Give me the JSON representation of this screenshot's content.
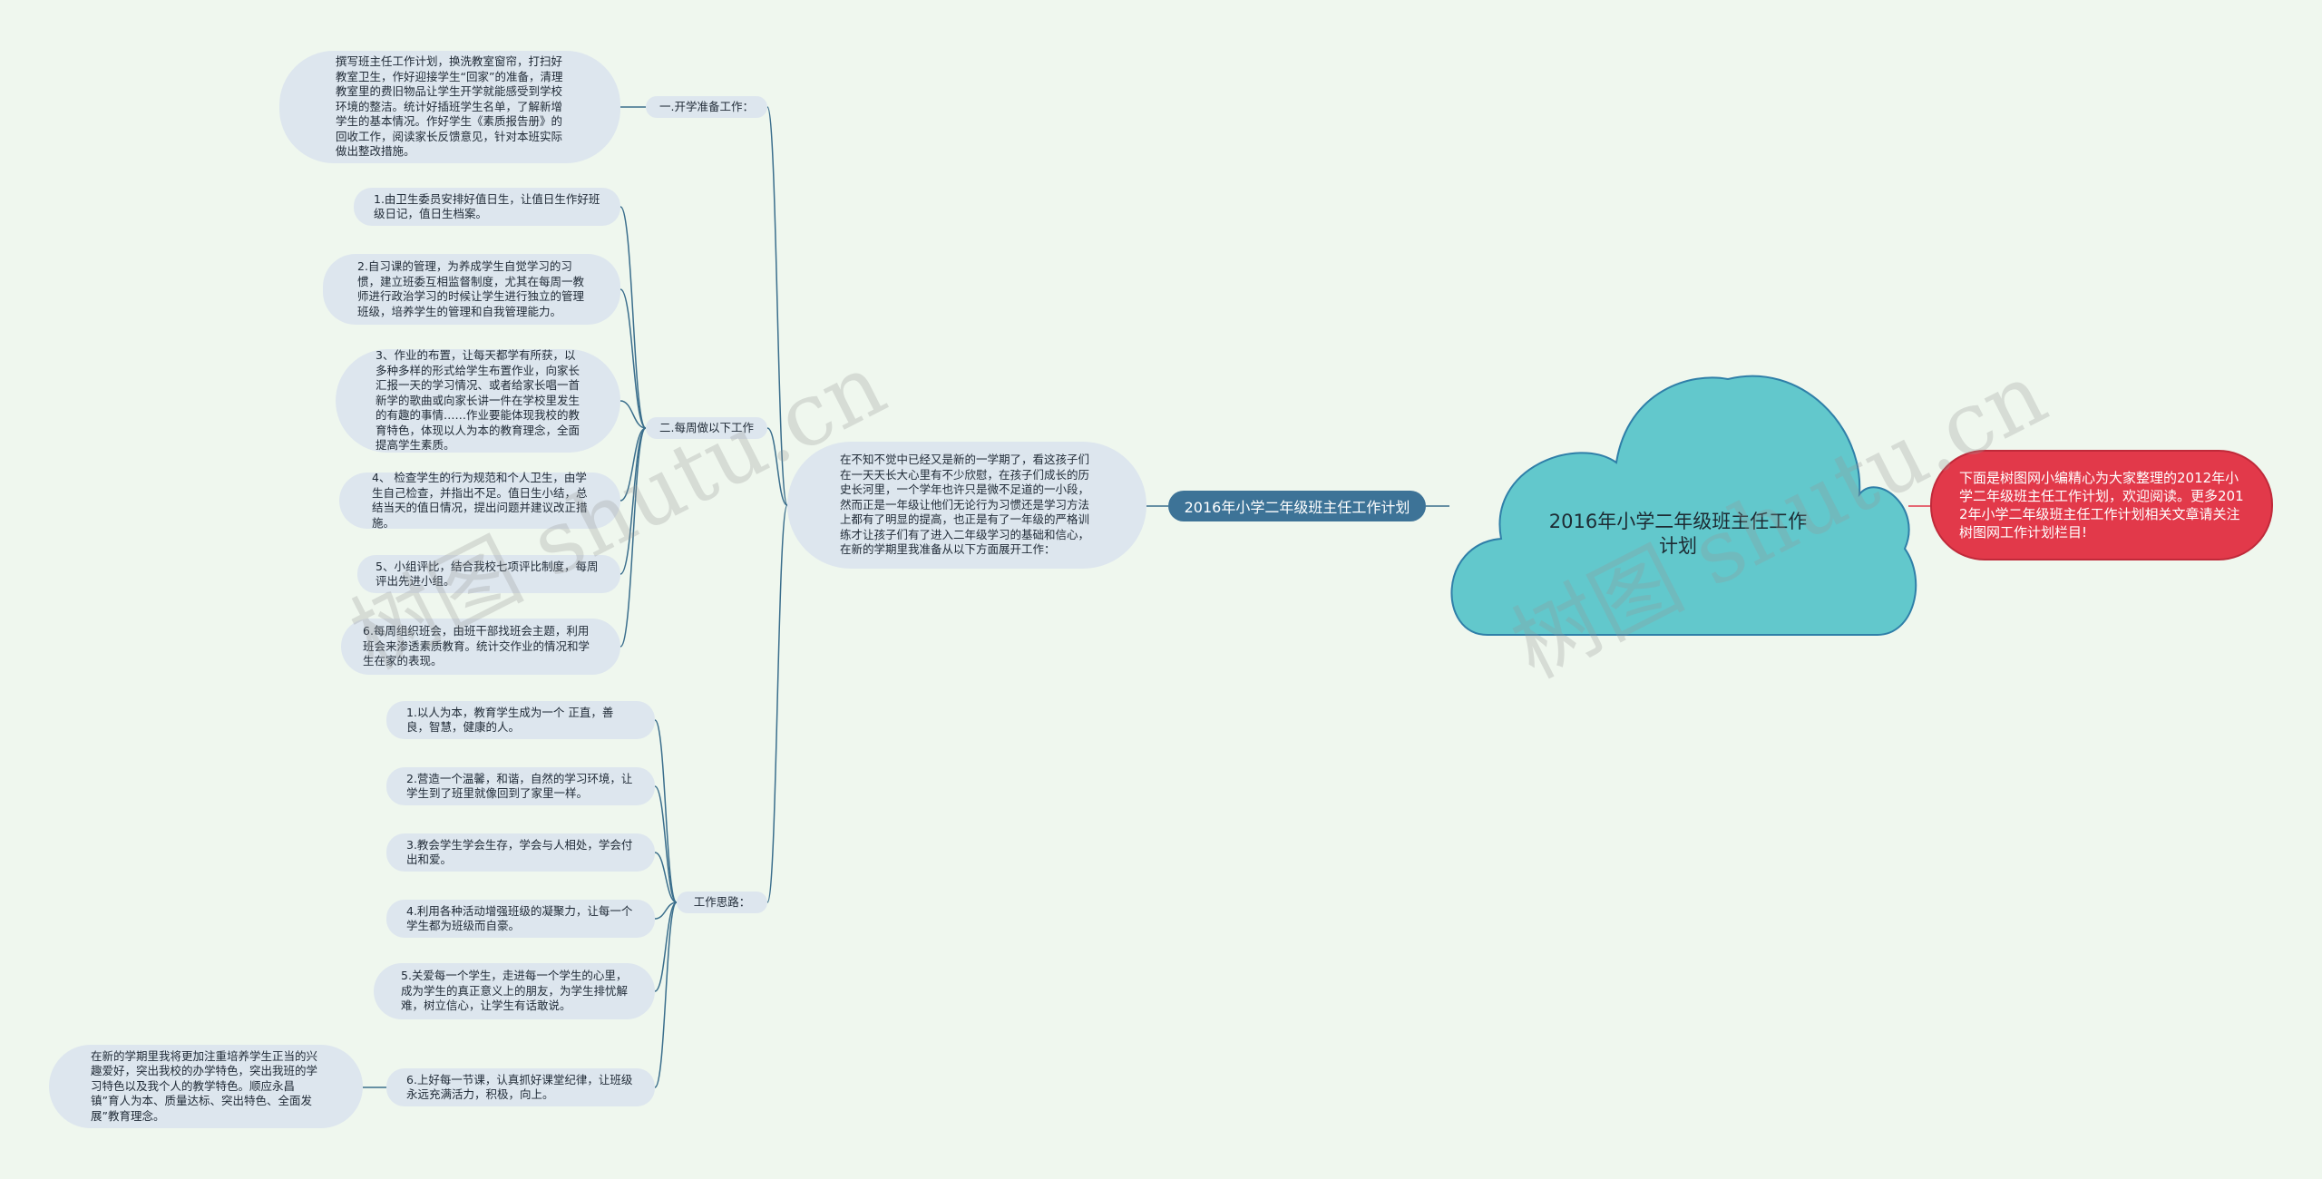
{
  "central": {
    "title": "2016年小学二年级班主任工作计划"
  },
  "topic": {
    "label": "2016年小学二年级班主任工作计划"
  },
  "note": {
    "text": "下面是树图网小编精心为大家整理的2012年小学二年级班主任工作计划，欢迎阅读。更多2012年小学二年级班主任工作计划相关文章请关注树图网工作计划栏目!"
  },
  "intro": {
    "text": "在不知不觉中已经又是新的一学期了，看这孩子们在一天天长大心里有不少欣慰，在孩子们成长的历史长河里，一个学年也许只是微不足道的一小段，然而正是一年级让他们无论行为习惯还是学习方法上都有了明显的提高，也正是有了一年级的严格训练才让孩子们有了进入二年级学习的基础和信心，在新的学期里我准备从以下方面展开工作："
  },
  "branches": {
    "prep": {
      "label": "一.开学准备工作：",
      "detail": "撰写班主任工作计划，换洗教室窗帘，打扫好教室卫生，作好迎接学生“回家”的准备，清理教室里的费旧物品让学生开学就能感受到学校环境的整洁。统计好插班学生名单，了解新增学生的基本情况。作好学生《素质报告册》的回收工作，阅读家长反馈意见，针对本班实际做出整改措施。"
    },
    "weekly": {
      "label": "二.每周做以下工作",
      "items": [
        "1.由卫生委员安排好值日生，让值日生作好班级日记，值日生档案。",
        "2.自习课的管理，为养成学生自觉学习的习惯，建立班委互相监督制度，尤其在每周一教师进行政治学习的时候让学生进行独立的管理班级，培养学生的管理和自我管理能力。",
        "3、作业的布置，让每天都学有所获，以多种多样的形式给学生布置作业，向家长汇报一天的学习情况、或者给家长唱一首新学的歌曲或向家长讲一件在学校里发生的有趣的事情……作业要能体现我校的教育特色，体现以人为本的教育理念，全面提高学生素质。",
        "4、 检查学生的行为规范和个人卫生，由学生自己检查，并指出不足。值日生小结，总结当天的值日情况，提出问题并建议改正措施。",
        "5、小组评比，结合我校七项评比制度，每周评出先进小组。",
        "6.每周组织班会，由班干部找班会主题，利用班会来渗透素质教育。统计交作业的情况和学生在家的表现。"
      ]
    },
    "ideas": {
      "label": "工作思路：",
      "items": [
        "1.以人为本，教育学生成为一个 正直，善良，智慧，健康的人。",
        "2.营造一个温馨，和谐，自然的学习环境，让学生到了班里就像回到了家里一样。",
        "3.教会学生学会生存，学会与人相处，学会付出和爱。",
        "4.利用各种活动增强班级的凝聚力，让每一个学生都为班级而自豪。",
        "5.关爱每一个学生，走进每一个学生的心里，成为学生的真正意义上的朋友，为学生排忧解难，树立信心，让学生有话敢说。",
        "6.上好每一节课，认真抓好课堂纪律，让班级永远充满活力，积极，向上。"
      ],
      "subnote": "在新的学期里我将更加注重培养学生正当的兴趣爱好，突出我校的办学特色，突出我班的学习特色以及我个人的教学特色。顺应永昌镇”育人为本、质量达标、突出特色、全面发展”教育理念。"
    }
  },
  "watermarks": [
    "树图 shutu.cn",
    "树图 shutu.cn"
  ],
  "colors": {
    "background": "#eff7ee",
    "cloud": "#62c8cc",
    "cloud_stroke": "#2f7fa8",
    "topic": "#3d7397",
    "note": "#e2394a",
    "node": "#dde6ee",
    "line": "#3a6e8c"
  }
}
